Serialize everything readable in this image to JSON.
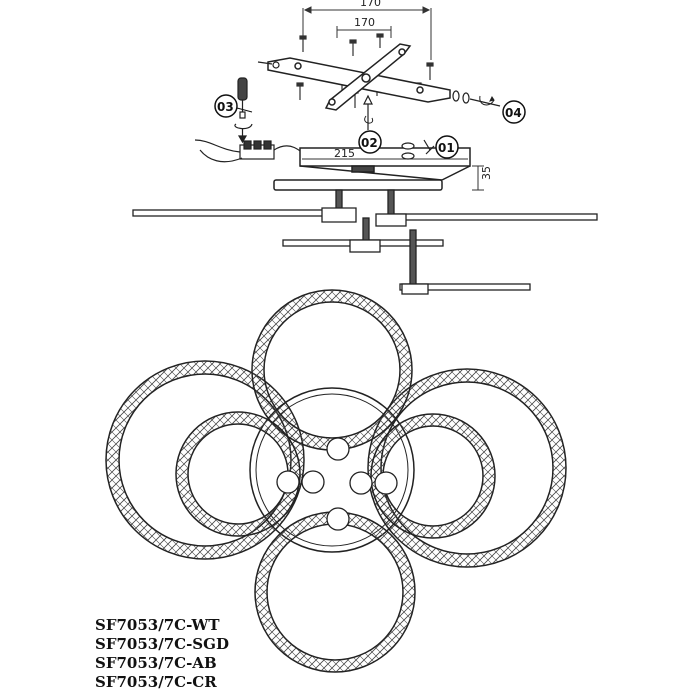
{
  "dimensions": {
    "bracket_outer": "170",
    "bracket_inner": "170",
    "canopy_width": "215",
    "canopy_height": "35"
  },
  "steps": [
    "01",
    "02",
    "03",
    "04"
  ],
  "models": [
    "SF7053/7C-WT",
    "SF7053/7C-SGD",
    "SF7053/7C-AB",
    "SF7053/7C-CR"
  ]
}
